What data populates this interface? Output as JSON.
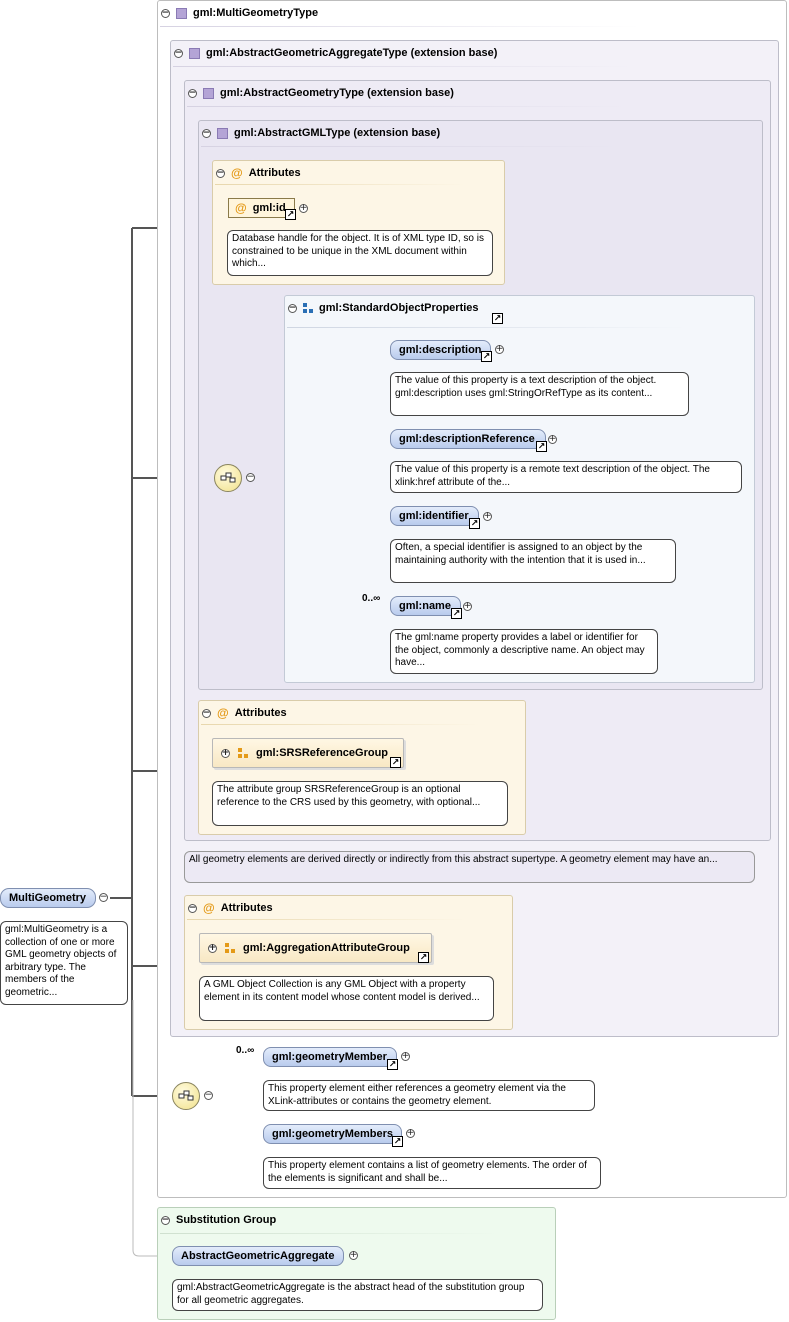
{
  "multigeometry_type": {
    "title": "gml:MultiGeometryType"
  },
  "aggregate_type": {
    "title": "gml:AbstractGeometricAggregateType (extension base)"
  },
  "geometry_type": {
    "title": "gml:AbstractGeometryType (extension base)",
    "doc": "All geometry elements are derived directly or indirectly from this abstract supertype. A geometry element may have an..."
  },
  "gml_type": {
    "title": "gml:AbstractGMLType (extension base)"
  },
  "gml_attributes": {
    "title": "Attributes",
    "id_label": "gml:id",
    "id_doc": "Database handle for the object. It is of XML type ID, so is constrained to be unique in the XML document within which..."
  },
  "standard_props": {
    "title": "gml:StandardObjectProperties",
    "elements": [
      {
        "label": "gml:description",
        "doc": "The value of this property is a text description of the object. gml:description uses gml:StringOrRefType as its content...",
        "card": ""
      },
      {
        "label": "gml:descriptionReference",
        "doc": "The value of this property is a remote text description of the object. The xlink:href attribute of the...",
        "card": ""
      },
      {
        "label": "gml:identifier",
        "doc": "Often, a special identifier is assigned to an object by the maintaining authority with the intention that it is used in...",
        "card": ""
      },
      {
        "label": "gml:name",
        "doc": "The gml:name property provides a label or identifier for the object, commonly a descriptive name. An object may have...",
        "card": "0..∞"
      }
    ]
  },
  "srs_attributes": {
    "title": "Attributes",
    "group_label": "gml:SRSReferenceGroup",
    "group_doc": "The attribute group SRSReferenceGroup is an optional reference to the CRS used by this geometry, with optional..."
  },
  "agg_attributes": {
    "title": "Attributes",
    "group_label": "gml:AggregationAttributeGroup",
    "group_doc": "A GML Object Collection is any GML Object with a property element in its content model whose content model is derived..."
  },
  "members": [
    {
      "label": "gml:geometryMember",
      "doc": "This property element either references a geometry element via the XLink-attributes or contains the geometry element.",
      "card": "0..∞"
    },
    {
      "label": "gml:geometryMembers",
      "doc": "This property element contains a list of geometry elements. The order of the elements is significant and shall be...",
      "card": ""
    }
  ],
  "root": {
    "label": "MultiGeometry",
    "doc": "gml:MultiGeometry is a collection of one or more GML geometry objects of arbitrary type. The members of the geometric..."
  },
  "substitution": {
    "title": "Substitution Group",
    "label": "AbstractGeometricAggregate",
    "doc": "gml:AbstractGeometricAggregate is the abstract head of the substitution group for all geometric aggregates."
  },
  "colors": {
    "element_fill": "#c9d8f3",
    "attribute_fill": "#fdf6e6",
    "type_fill": "#f3f1f8",
    "substitution_fill": "#eefaee",
    "attr_icon": "#e49a18",
    "seq_icon": "#2a6fb5"
  }
}
